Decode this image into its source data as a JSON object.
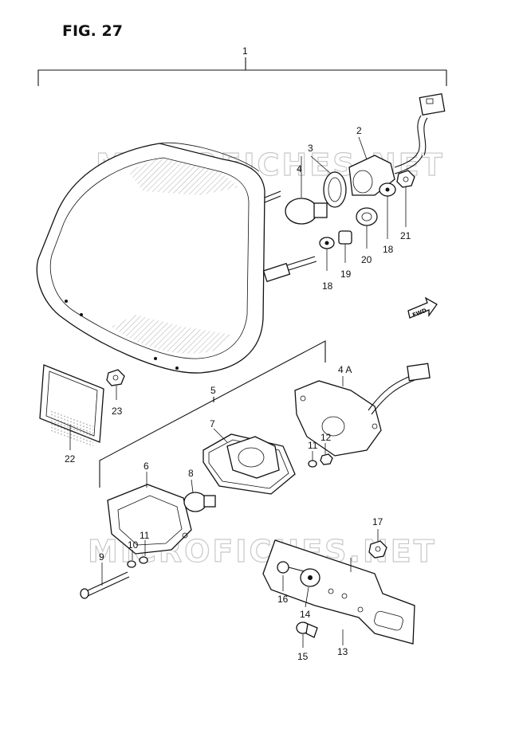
{
  "figure": {
    "title": "FIG. 27",
    "watermark": "MICROFICHES.NET",
    "fwd_label": "FWD"
  },
  "callouts": [
    {
      "id": "c1",
      "text": "1"
    },
    {
      "id": "c2",
      "text": "2"
    },
    {
      "id": "c3",
      "text": "3"
    },
    {
      "id": "c4",
      "text": "4"
    },
    {
      "id": "c4a",
      "text": "4 A"
    },
    {
      "id": "c5",
      "text": "5"
    },
    {
      "id": "c6",
      "text": "6"
    },
    {
      "id": "c7",
      "text": "7"
    },
    {
      "id": "c8",
      "text": "8"
    },
    {
      "id": "c9",
      "text": "9"
    },
    {
      "id": "c10",
      "text": "10"
    },
    {
      "id": "c11a",
      "text": "11"
    },
    {
      "id": "c11b",
      "text": "11"
    },
    {
      "id": "c12",
      "text": "12"
    },
    {
      "id": "c13",
      "text": "13"
    },
    {
      "id": "c14",
      "text": "14"
    },
    {
      "id": "c15",
      "text": "15"
    },
    {
      "id": "c16",
      "text": "16"
    },
    {
      "id": "c17",
      "text": "17"
    },
    {
      "id": "c18a",
      "text": "18"
    },
    {
      "id": "c18b",
      "text": "18"
    },
    {
      "id": "c19",
      "text": "19"
    },
    {
      "id": "c20",
      "text": "20"
    },
    {
      "id": "c21",
      "text": "21"
    },
    {
      "id": "c22",
      "text": "22"
    },
    {
      "id": "c23",
      "text": "23"
    }
  ]
}
